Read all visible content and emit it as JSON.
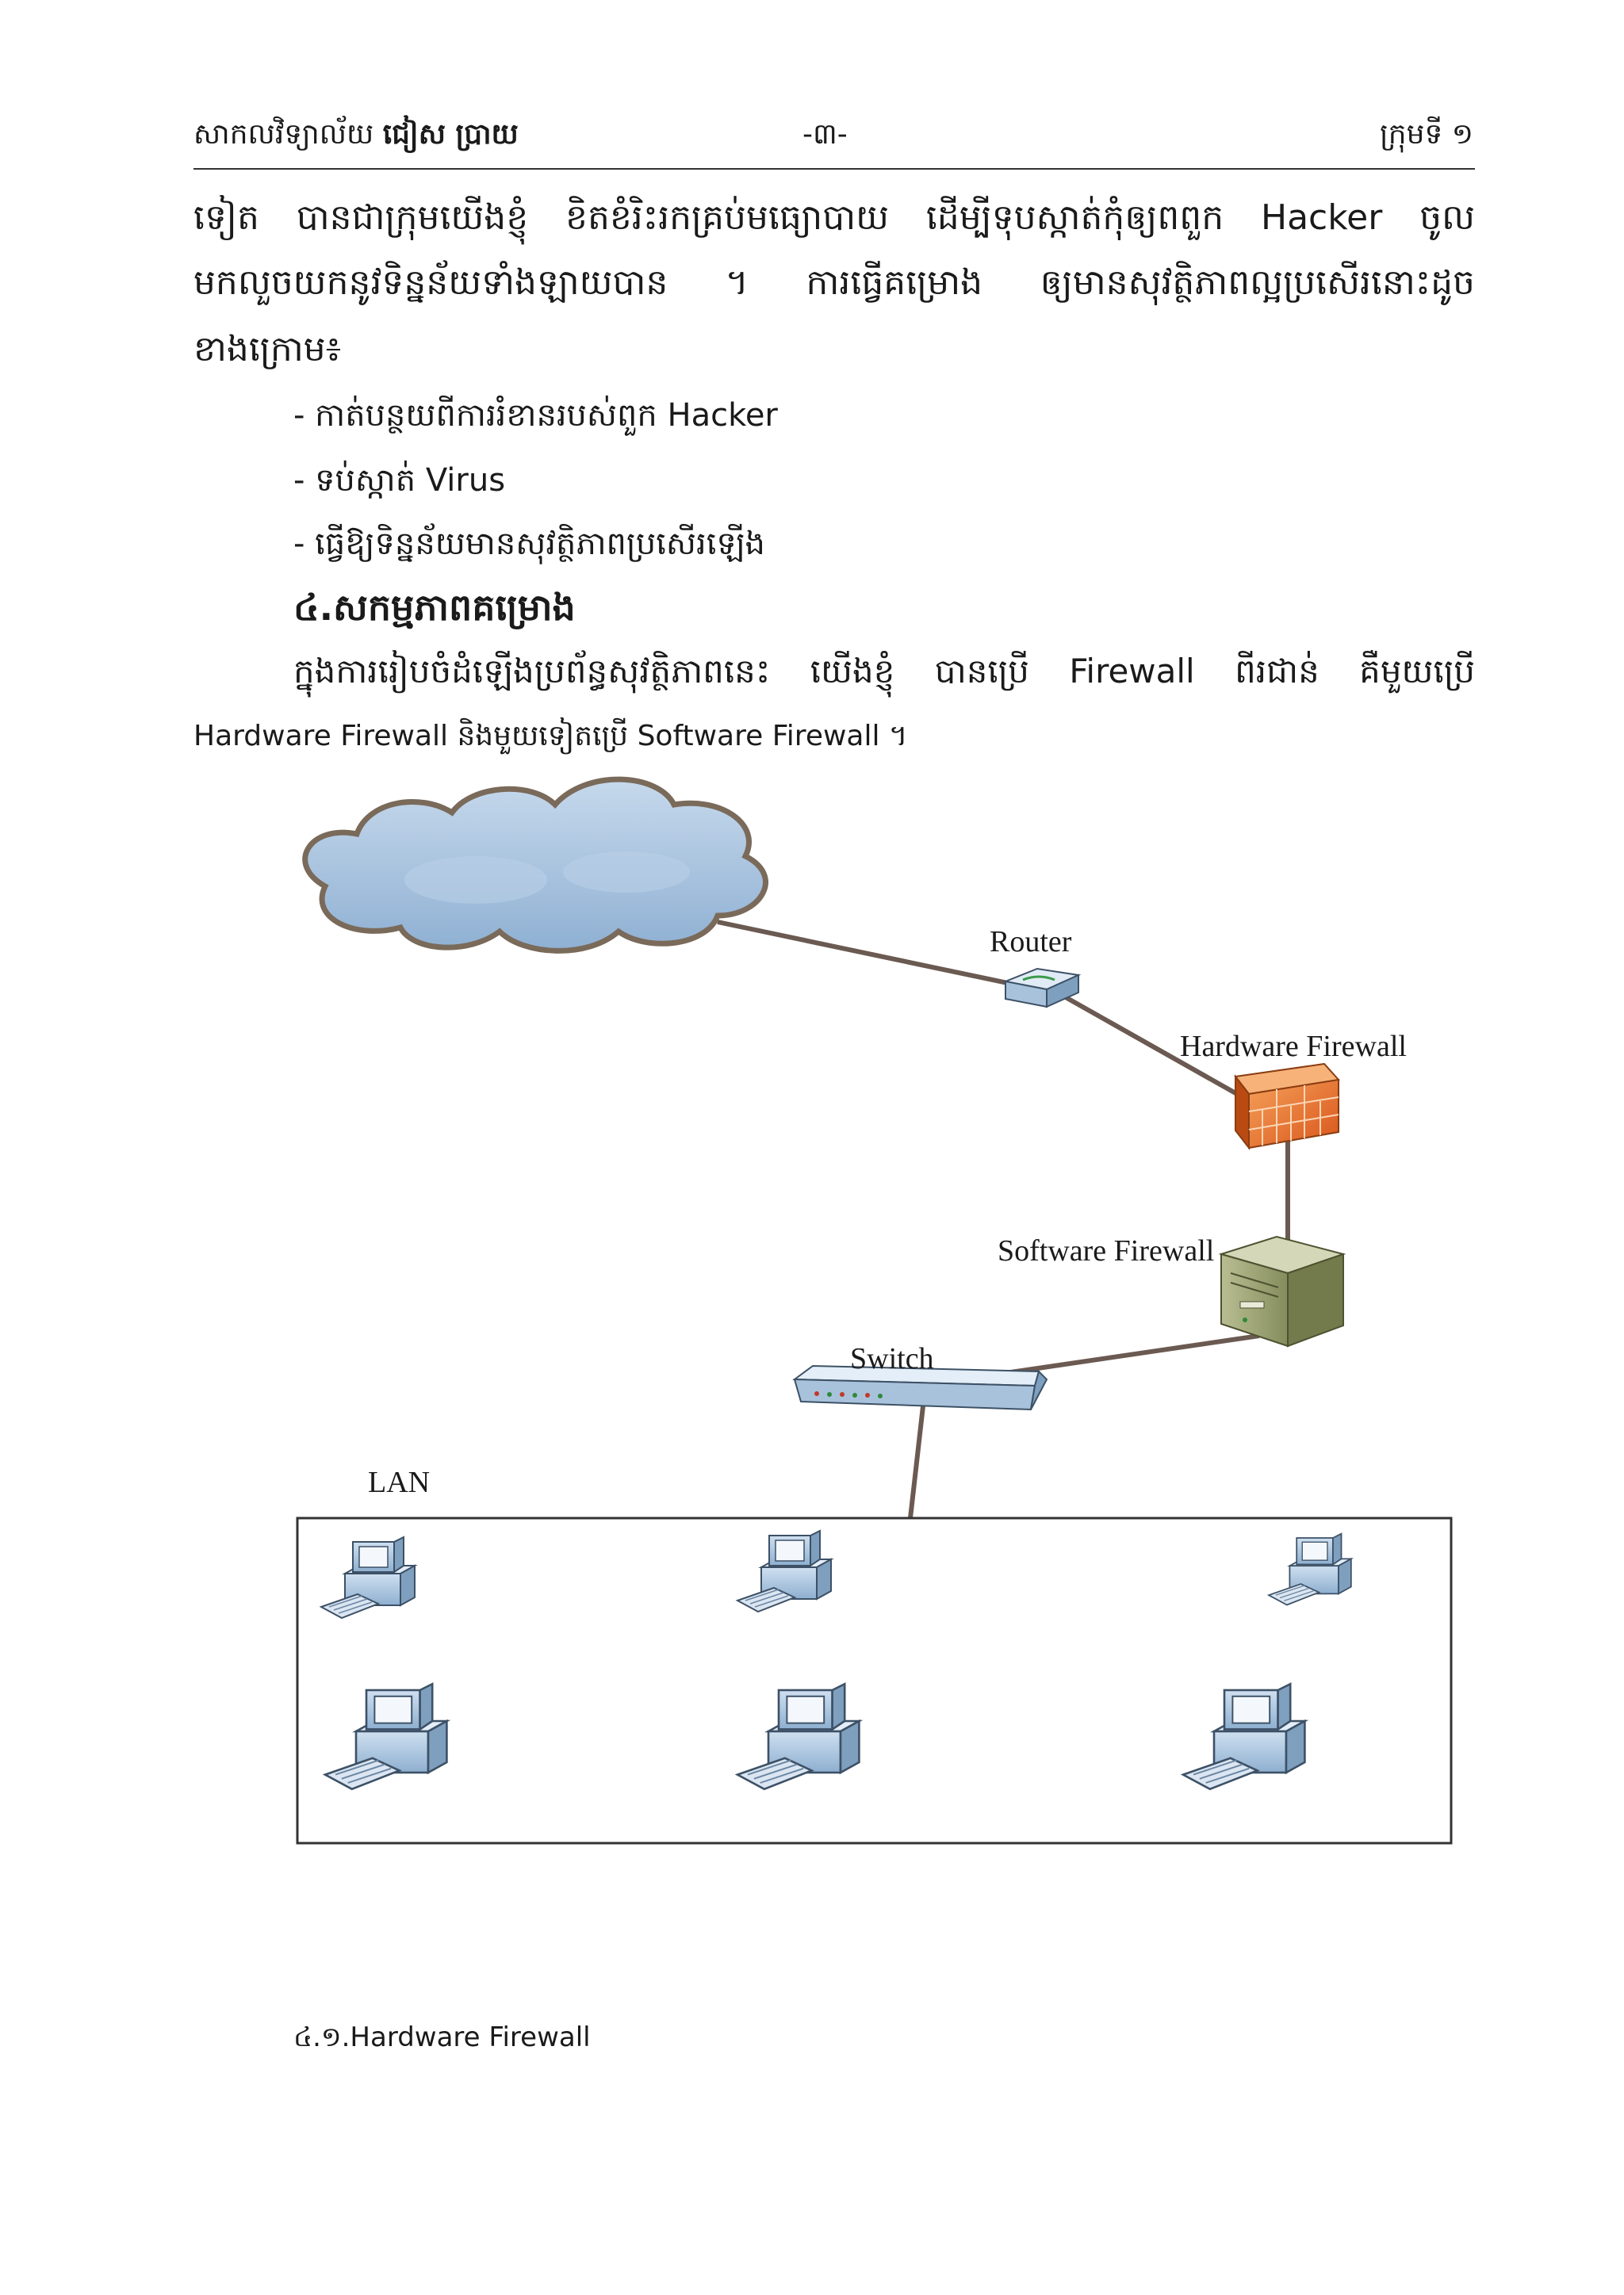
{
  "header": {
    "university_prefix": "សាកលវិទ្យាល័យ",
    "university_name": "ជៀស ប្រាយ",
    "page_number": "-៣-",
    "group": "ក្រុមទី ១"
  },
  "intro_paragraph": {
    "line1": "ទៀត បានជាក្រុមយើងខ្ញុំ ខិតខំរិះរកគ្រប់មធ្យោបាយ ដើម្បីទុបស្កាត់កុំឲ្យពពួក Hacker ចូល",
    "line2": "មកលួចយកនូវទិន្នន័យទាំងឡាយបាន ។ ការធ្វើគម្រោង ឲ្យមានសុវត្ថិភាពល្អប្រសើរនោះដូច",
    "line3": "ខាងក្រោម៖"
  },
  "bullets": [
    "- កាត់បន្ថយពីការរំខានរបស់ពួក Hacker",
    "- ទប់ស្កាត់ Virus",
    "- ធ្វើឱ្យទិន្នន័យមានសុវត្ថិភាពប្រសើរឡើង"
  ],
  "section_heading": "៤.សកម្មភាពគម្រោង",
  "section_paragraph": {
    "line1": "ក្នុងការរៀបចំដំឡើងប្រព័ន្ធសុវត្ថិភាពនេះ យើងខ្ញុំ បានប្រើ Firewall ពីរជាន់ គឺមួយប្រើ",
    "line2": "Hardware Firewall និងមួយទៀតប្រើ Software Firewall ។"
  },
  "diagram": {
    "router_label": "Router",
    "hardware_firewall_label": "Hardware Firewall",
    "software_firewall_label": "Software Firewall",
    "switch_label": "Switch",
    "lan_label": "LAN",
    "colors": {
      "link": "#6b5a52",
      "cloud_fill": "#a9c4de",
      "cloud_stroke": "#7a6a5a",
      "firewall": "#e8732a",
      "server": "#9aa274",
      "device_blue": "#9ab8d6"
    }
  },
  "subsection": "៤.១.Hardware Firewall"
}
